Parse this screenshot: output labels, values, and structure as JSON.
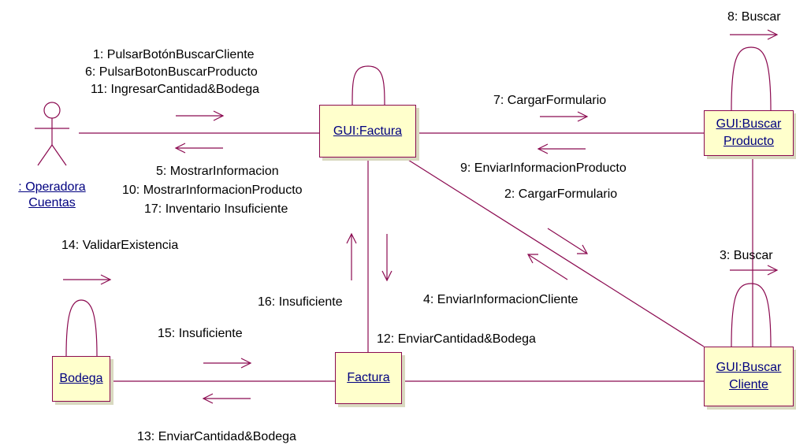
{
  "objects": {
    "actor": [
      ": Operadora ",
      "Cuentas"
    ],
    "gui_factura": "GUI:Factura",
    "gui_buscar_producto": [
      "GUI:Buscar",
      "Producto"
    ],
    "gui_buscar_cliente": [
      "GUI:Buscar",
      "Cliente"
    ],
    "bodega": "Bodega",
    "factura": "Factura"
  },
  "messages": {
    "actor_to_gui": [
      "1: PulsarBotónBuscarCliente",
      "6: PulsarBotonBuscarProducto",
      "11: IngresarCantidad&Bodega"
    ],
    "gui_to_actor": [
      "5: MostrarInformacion",
      "10: MostrarInformacionProducto",
      "17: Inventario Insuficiente"
    ],
    "m7": "7: CargarFormulario",
    "m9": "9: EnviarInformacionProducto",
    "m8": "8: Buscar",
    "m2": "2: CargarFormulario",
    "m4": "4: EnviarInformacionCliente",
    "m3": "3: Buscar",
    "m14": "14: ValidarExistencia",
    "m15": "15: Insuficiente",
    "m13": "13: EnviarCantidad&Bodega",
    "m16": "16: Insuficiente",
    "m12": "12: EnviarCantidad&Bodega"
  },
  "colors": {
    "line": "#8b0a50",
    "box_fill": "#ffffcc",
    "object_text": "#000080"
  }
}
